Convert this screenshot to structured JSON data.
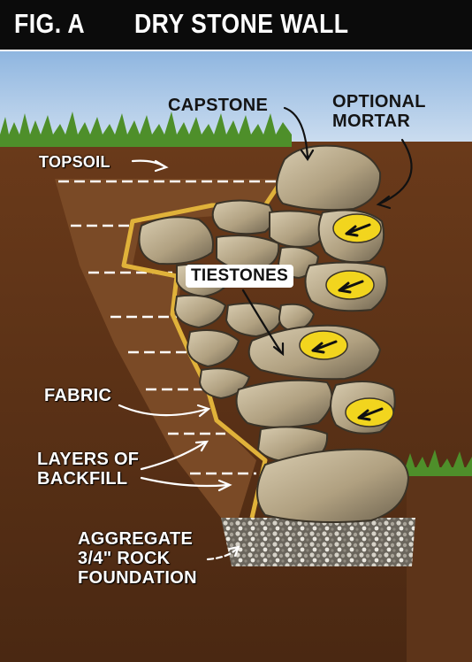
{
  "header": {
    "figure_label": "FIG. A",
    "title": "DRY STONE WALL"
  },
  "labels": {
    "capstone": "CAPSTONE",
    "optional_mortar": "OPTIONAL\nMORTAR",
    "topsoil": "TOPSOIL",
    "tiestones": "TIESTONES",
    "fabric": "FABRIC",
    "layers_of_backfill": "LAYERS OF\nBACKFILL",
    "aggregate_foundation": "AGGREGATE\n3/4\" ROCK\nFOUNDATION"
  },
  "colors": {
    "header_bg": "#0b0b0b",
    "sky": "#a9c7e6",
    "grass": "#4e8f2a",
    "soil": "#5a3218",
    "backfill": "#7a4a26",
    "stone": "#b7a88c",
    "fabric_outline": "#e0b23a",
    "tiestone_marker": "#f2d51e"
  }
}
